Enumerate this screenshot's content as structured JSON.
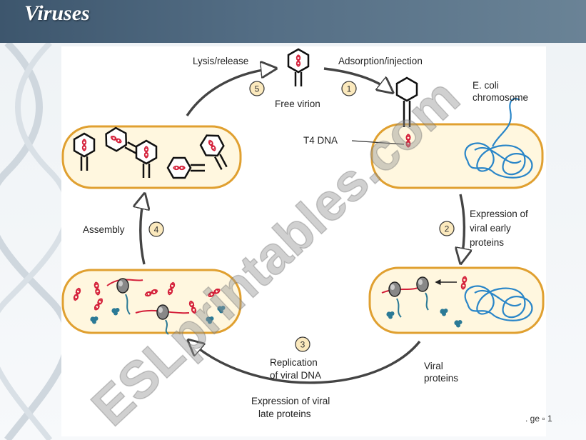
{
  "slide": {
    "title": "Viruses",
    "page_label": ". ge ▫ 1"
  },
  "steps": [
    {
      "number": "1",
      "label": "Adsorption/injection"
    },
    {
      "number": "2",
      "label_lines": [
        "Expression of",
        "viral early",
        "proteins"
      ]
    },
    {
      "number": "3",
      "label_lines": [
        "Replication",
        "of viral DNA"
      ]
    },
    {
      "number": "4",
      "label": "Assembly"
    },
    {
      "number": "5",
      "label": "Lysis/release"
    }
  ],
  "labels": {
    "free_virion": "Free virion",
    "ecoli_chromosome": [
      "E. coli",
      "chromosome"
    ],
    "t4_dna": "T4 DNA",
    "viral_proteins": [
      "Viral",
      "proteins"
    ],
    "late_proteins": [
      "Expression of viral",
      "late proteins"
    ]
  },
  "watermark": "ESLprintables.com",
  "colors": {
    "cell_fill": "#fff7df",
    "cell_stroke": "#e0a030",
    "viral_dna": "#d4203a",
    "host_dna": "#2a86c8",
    "protein": "#2b7a96",
    "ribosome": "#777777",
    "step_circle_fill": "#fbe9bd",
    "title_bar": "#4a6278"
  }
}
